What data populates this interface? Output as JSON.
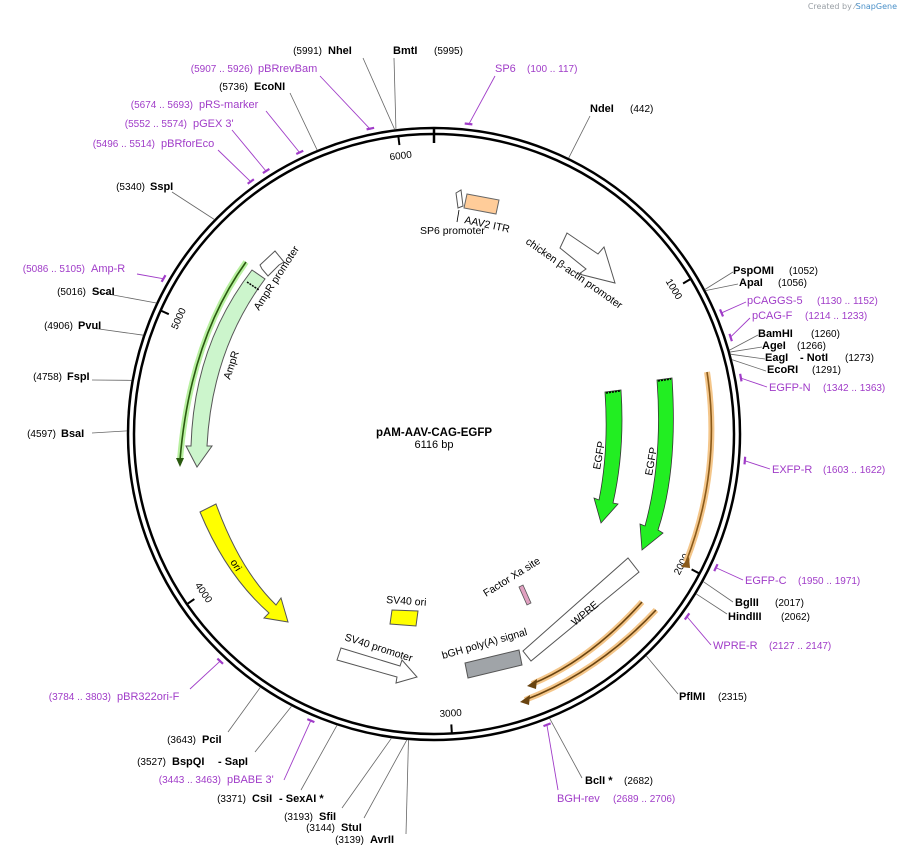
{
  "credit": {
    "prefix": "Created by",
    "brand": "SnapGene"
  },
  "plasmid": {
    "name": "pAM-AAV-CAG-EGFP",
    "size": "6116 bp",
    "length": 6116
  },
  "ticks": [
    {
      "pos": 1000,
      "label": "1000"
    },
    {
      "pos": 2000,
      "label": "2000"
    },
    {
      "pos": 3000,
      "label": "3000"
    },
    {
      "pos": 4000,
      "label": "4000"
    },
    {
      "pos": 5000,
      "label": "5000"
    },
    {
      "pos": 6000,
      "label": "6000"
    }
  ],
  "enzymes": [
    {
      "id": "nhei",
      "name": "NheI",
      "pos": "(5991)",
      "site": 5991
    },
    {
      "id": "bmti",
      "name": "BmtI",
      "pos": "(5995)",
      "site": 5995
    },
    {
      "id": "econi",
      "name": "EcoNI",
      "pos": "(5736)",
      "site": 5736
    },
    {
      "id": "ndei",
      "name": "NdeI",
      "pos": "(442)",
      "site": 442
    },
    {
      "id": "sspi",
      "name": "SspI",
      "pos": "(5340)",
      "site": 5340
    },
    {
      "id": "psp",
      "name": "PspOMI",
      "pos": "(1052)",
      "site": 1052
    },
    {
      "id": "apai",
      "name": "ApaI",
      "pos": "(1056)",
      "site": 1056
    },
    {
      "id": "scai",
      "name": "ScaI",
      "pos": "(5016)",
      "site": 5016
    },
    {
      "id": "bamhi",
      "name": "BamHI",
      "pos": "(1260)",
      "site": 1260
    },
    {
      "id": "agei",
      "name": "AgeI",
      "pos": "(1266)",
      "site": 1266
    },
    {
      "id": "eagi",
      "name": "EagI",
      "name2": "NotI",
      "pos": "(1273)",
      "site": 1273
    },
    {
      "id": "ecori",
      "name": "EcoRI",
      "pos": "(1291)",
      "site": 1291
    },
    {
      "id": "pvui",
      "name": "PvuI",
      "pos": "(4906)",
      "site": 4906
    },
    {
      "id": "fspi",
      "name": "FspI",
      "pos": "(4758)",
      "site": 4758
    },
    {
      "id": "bsai",
      "name": "BsaI",
      "pos": "(4597)",
      "site": 4597
    },
    {
      "id": "bglii",
      "name": "BglII",
      "pos": "(2017)",
      "site": 2017
    },
    {
      "id": "hindiii",
      "name": "HindIII",
      "pos": "(2062)",
      "site": 2062
    },
    {
      "id": "pflmi",
      "name": "PflMI",
      "pos": "(2315)",
      "site": 2315
    },
    {
      "id": "pcii",
      "name": "PciI",
      "pos": "(3643)",
      "site": 3643
    },
    {
      "id": "bspqi",
      "name": "BspQI",
      "name2": "SapI",
      "pos": "(3527)",
      "site": 3527
    },
    {
      "id": "csii",
      "name": "CsiI",
      "name2": "SexAI *",
      "pos": "(3371)",
      "site": 3371
    },
    {
      "id": "sfii",
      "name": "SfiI",
      "pos": "(3193)",
      "site": 3193
    },
    {
      "id": "stui",
      "name": "StuI",
      "pos": "(3144)",
      "site": 3144
    },
    {
      "id": "avrii",
      "name": "AvrII",
      "pos": "(3139)",
      "site": 3139
    },
    {
      "id": "bcli",
      "name": "BclI *",
      "pos": "(2682)",
      "site": 2682
    }
  ],
  "primers": [
    {
      "id": "pbrrevbam",
      "name": "pBRrevBam",
      "range": "(5907 .. 5926)",
      "site": 5916
    },
    {
      "id": "sp6",
      "name": "SP6",
      "range": "(100 .. 117)",
      "site": 108
    },
    {
      "id": "prs",
      "name": "pRS-marker",
      "range": "(5674 .. 5693)",
      "site": 5683
    },
    {
      "id": "pgex",
      "name": "pGEX 3'",
      "range": "(5552 .. 5574)",
      "site": 5563
    },
    {
      "id": "pbrforeco",
      "name": "pBRforEco",
      "range": "(5496 .. 5514)",
      "site": 5505
    },
    {
      "id": "ampr",
      "name": "Amp-R",
      "range": "(5086 .. 5105)",
      "site": 5095
    },
    {
      "id": "pcaggs",
      "name": "pCAGGS-5",
      "range": "(1130 .. 1152)",
      "site": 1141
    },
    {
      "id": "pcagf",
      "name": "pCAG-F",
      "range": "(1214 .. 1233)",
      "site": 1223
    },
    {
      "id": "egfpn",
      "name": "EGFP-N",
      "range": "(1342 .. 1363)",
      "site": 1352
    },
    {
      "id": "exfpr",
      "name": "EXFP-R",
      "range": "(1603 .. 1622)",
      "site": 1612
    },
    {
      "id": "egfpc",
      "name": "EGFP-C",
      "range": "(1950 .. 1971)",
      "site": 1960
    },
    {
      "id": "wprer",
      "name": "WPRE-R",
      "range": "(2127 .. 2147)",
      "site": 2137
    },
    {
      "id": "pbr322",
      "name": "pBR322ori-F",
      "range": "(3784 .. 3803)",
      "site": 3793
    },
    {
      "id": "pbabe",
      "name": "pBABE 3'",
      "range": "(3443 .. 3463)",
      "site": 3453
    },
    {
      "id": "bghrev",
      "name": "BGH-rev",
      "range": "(2689 .. 2706)",
      "site": 2697
    }
  ],
  "features": [
    {
      "id": "aav2itr",
      "label": "AAV2 ITR",
      "color": "#ffcc99"
    },
    {
      "id": "sp6prom",
      "label": "SP6 promoter",
      "color": "#ffffff"
    },
    {
      "id": "cba",
      "label": "chicken β-actin promoter",
      "color": "#ffffff"
    },
    {
      "id": "egfp1",
      "label": "EGFP",
      "color": "#22ee22"
    },
    {
      "id": "egfp2",
      "label": "EGFP",
      "color": "#22ee22"
    },
    {
      "id": "wpre",
      "label": "WPRE",
      "color": "#ffffff"
    },
    {
      "id": "factorxa",
      "label": "Factor Xa site",
      "color": "#e0a0c0"
    },
    {
      "id": "bgh",
      "label": "bGH poly(A) signal",
      "color": "#a0a4a8"
    },
    {
      "id": "sv40ori",
      "label": "SV40 ori",
      "color": "#ffff00"
    },
    {
      "id": "sv40prom",
      "label": "SV40 promoter",
      "color": "#ffffff"
    },
    {
      "id": "ori",
      "label": "ori",
      "color": "#ffff00"
    },
    {
      "id": "amprprom",
      "label": "AmpR promoter",
      "color": "#ffffff"
    },
    {
      "id": "ampr",
      "label": "AmpR",
      "color": "#ccf5cc"
    }
  ],
  "colors": {
    "enzyme": "#000000",
    "primer": "#a03cc8",
    "backbone": "#000000",
    "orf_outline": "#e8a040"
  }
}
